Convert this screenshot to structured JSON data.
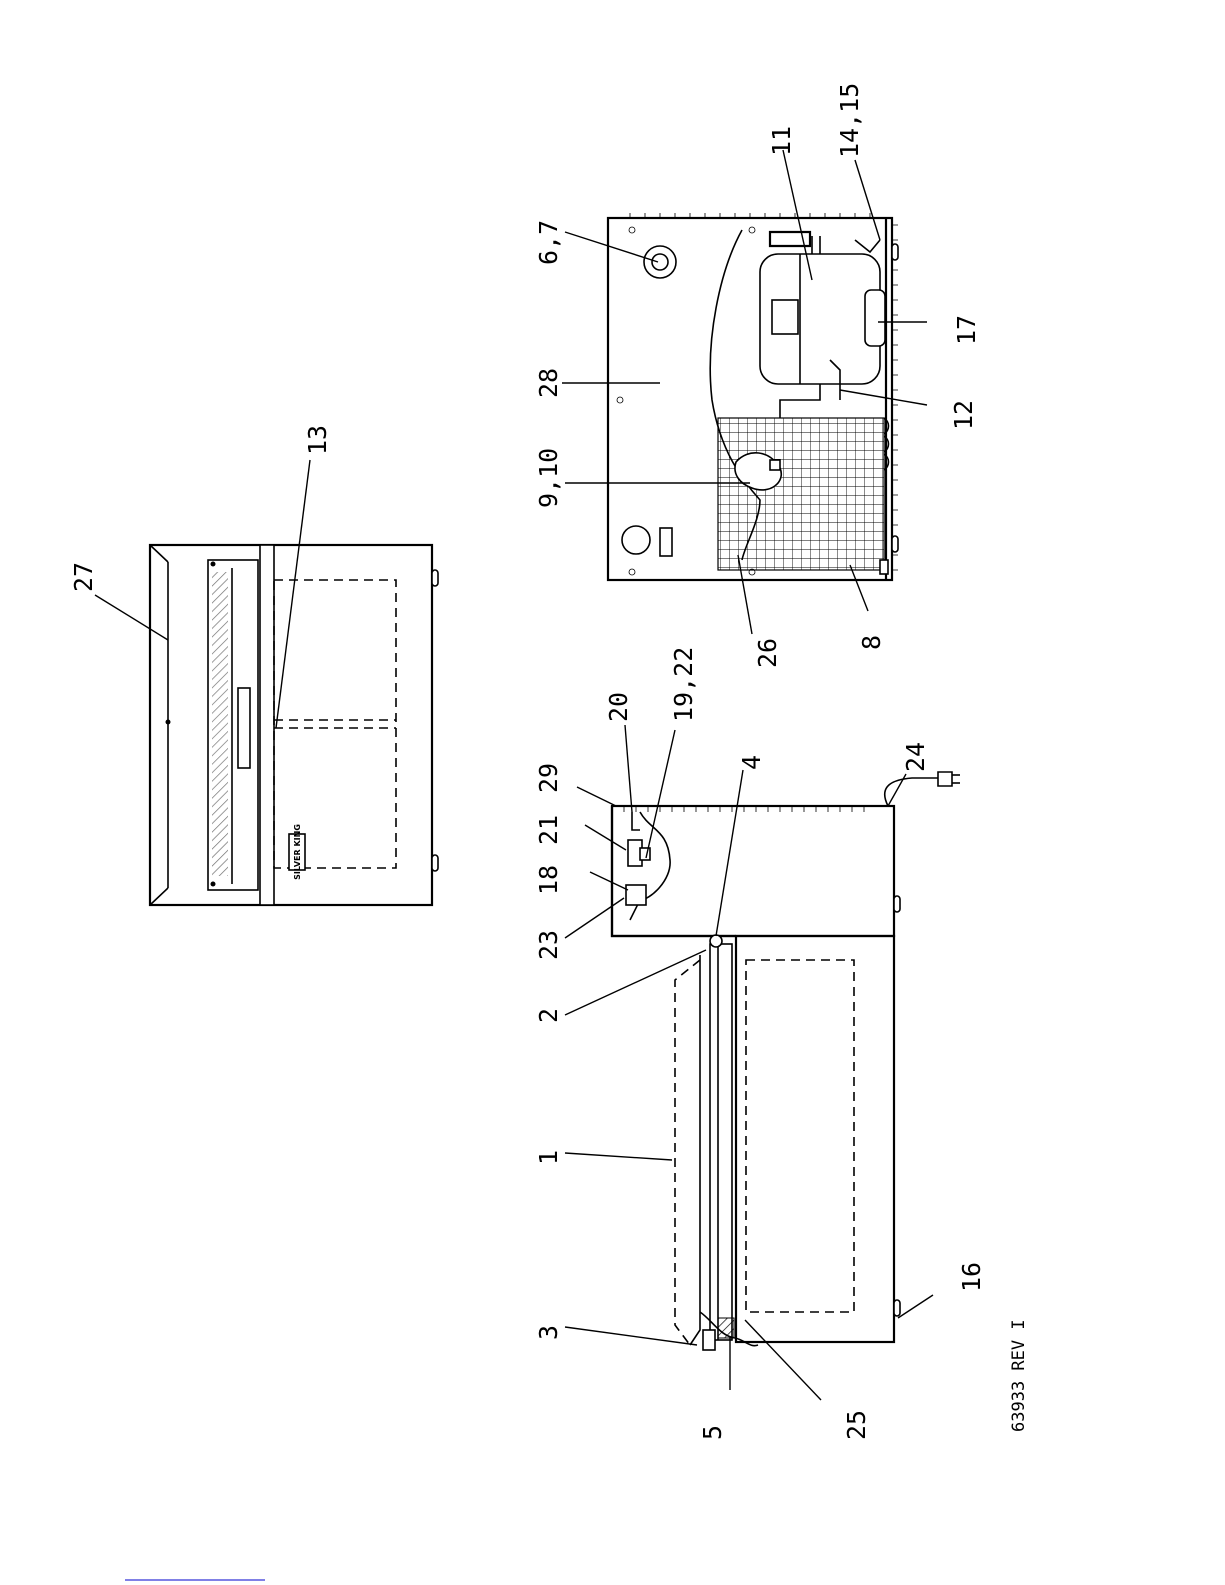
{
  "callouts": [
    "27",
    "13",
    "6,7",
    "11",
    "14,15",
    "28",
    "17",
    "12",
    "9,10",
    "26",
    "8",
    "29",
    "20",
    "19,22",
    "21",
    "18",
    "23",
    "4",
    "24",
    "2",
    "1",
    "3",
    "5",
    "25",
    "16"
  ],
  "brand_plate_text": "SILVER KING",
  "drawing_reference": "63933 REV I"
}
